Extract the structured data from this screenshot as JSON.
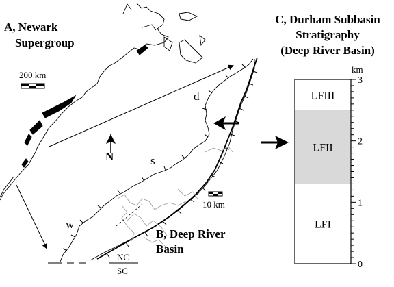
{
  "panel_a": {
    "title_line1": "A, Newark",
    "title_line2": "Supergroup",
    "scale_label": "200 km"
  },
  "panel_b": {
    "title_line1": "B, Deep River",
    "title_line2": "Basin",
    "scale_label": "10 km",
    "subbasin_d": "d",
    "subbasin_s": "s",
    "subbasin_w": "w",
    "state_nc": "NC",
    "state_sc": "SC",
    "north_label": "N"
  },
  "panel_c": {
    "title_line1": "C, Durham Subbasin",
    "title_line2": "Stratigraphy",
    "title_line3": "(Deep River Basin)",
    "unit": "km",
    "ticks": [
      "3",
      "2",
      "1",
      "0"
    ],
    "units": [
      {
        "label": "LFIII",
        "bottom_km": 2.5,
        "top_km": 3.0,
        "fill": "#ffffff"
      },
      {
        "label": "LFII",
        "bottom_km": 1.3,
        "top_km": 2.5,
        "fill": "#d9d9d9"
      },
      {
        "label": "LFI",
        "bottom_km": 0.0,
        "top_km": 1.3,
        "fill": "#ffffff"
      }
    ],
    "highlight_unit": "LFII"
  }
}
